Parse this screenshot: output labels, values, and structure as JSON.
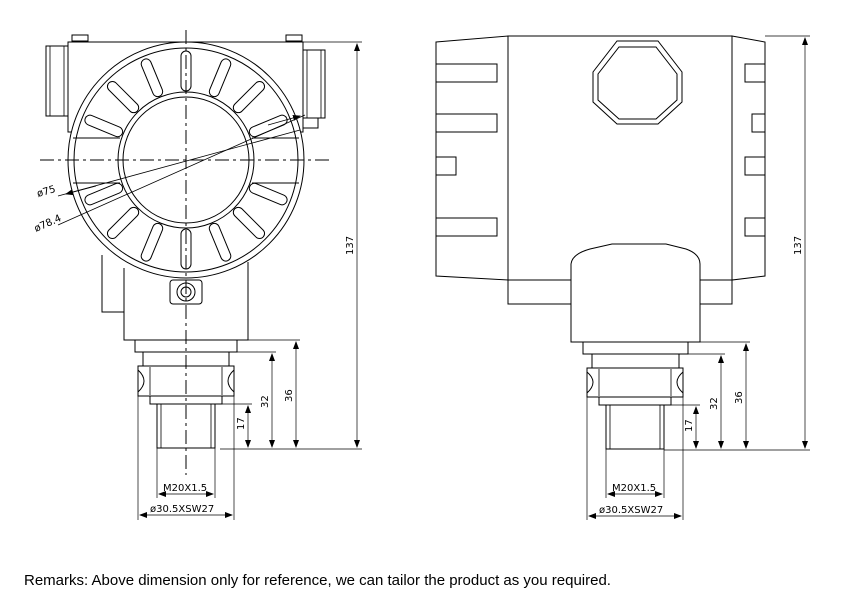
{
  "dimensions": {
    "dia_outer": "ø78.4",
    "dia_inner": "ø75",
    "height_total": "137",
    "height_36": "36",
    "height_32": "32",
    "height_17": "17",
    "thread": "M20X1.5",
    "hex": "ø30.5XSW27"
  },
  "remarks": "Remarks: Above dimension only for reference, we can tailor the product as you required."
}
